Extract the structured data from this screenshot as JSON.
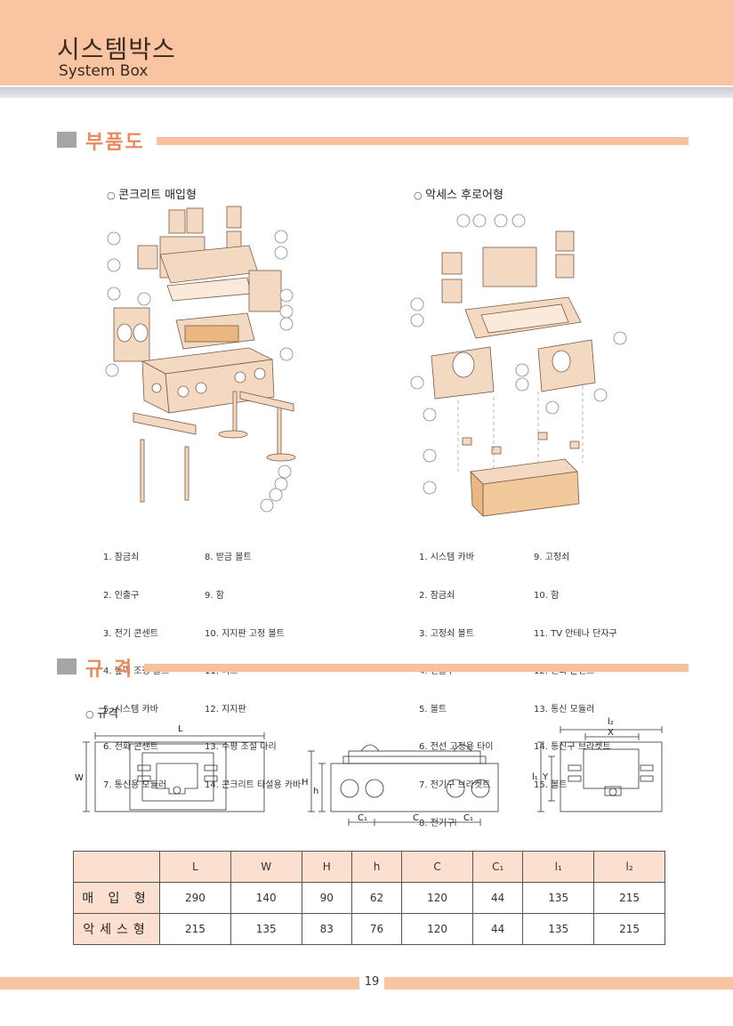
{
  "header": {
    "title": "시스템박스",
    "subtitle": "System Box"
  },
  "section1": {
    "title": "부품도",
    "left_caption": "콘크리트 매입형",
    "right_caption": "악세스 후로어형",
    "left_legend_a": [
      "1. 잠금쇠",
      "2. 인출구",
      "3. 전기 콘센트",
      "4. 높이 조정 볼트",
      "5. 시스템 카바",
      "6. 전화 콘센트",
      "7. 통신용 모듈러"
    ],
    "left_legend_b": [
      "8. 받금 볼트",
      "9. 함",
      "10. 지지판 고정 볼트",
      "11. 너트",
      "12. 지지판",
      "13. 수평 조절 다리",
      "14. 콘크리트 타설용 카바"
    ],
    "right_legend_a": [
      "1. 시스템 카바",
      "2. 잠금쇠",
      "3. 고정쇠 볼트",
      "4. 인출구",
      "5. 볼트",
      "6. 전선 고정용 타이",
      "7. 전기구 브라켓트",
      "8. 전기구"
    ],
    "right_legend_b": [
      "9. 고정쇠",
      "10. 함",
      "11. TV 안테나 단자구",
      "12. 전화 콘센트",
      "13. 통신 모듈러",
      "14. 통신구 브라켓트",
      "15. 볼트"
    ]
  },
  "section2": {
    "title": "규 격",
    "caption": "규격",
    "dims": {
      "L": "L",
      "W": "W",
      "H": "H",
      "h": "h",
      "C": "C",
      "C1": "C₁",
      "l1": "l₁",
      "l2": "l₂",
      "X": "X",
      "Y": "Y"
    }
  },
  "table": {
    "headers": [
      "",
      "L",
      "W",
      "H",
      "h",
      "C",
      "C₁",
      "l₁",
      "l₂"
    ],
    "rows": [
      {
        "label": "매 입 형",
        "values": [
          "290",
          "140",
          "90",
          "62",
          "120",
          "44",
          "135",
          "215"
        ]
      },
      {
        "label": "악세스형",
        "values": [
          "215",
          "135",
          "83",
          "76",
          "120",
          "44",
          "135",
          "215"
        ]
      }
    ]
  },
  "footer": {
    "page": "19"
  },
  "colors": {
    "accent_peach": "#f9c4a1",
    "accent_orange": "#ea8a5c",
    "gray": "#a5a5a5"
  }
}
